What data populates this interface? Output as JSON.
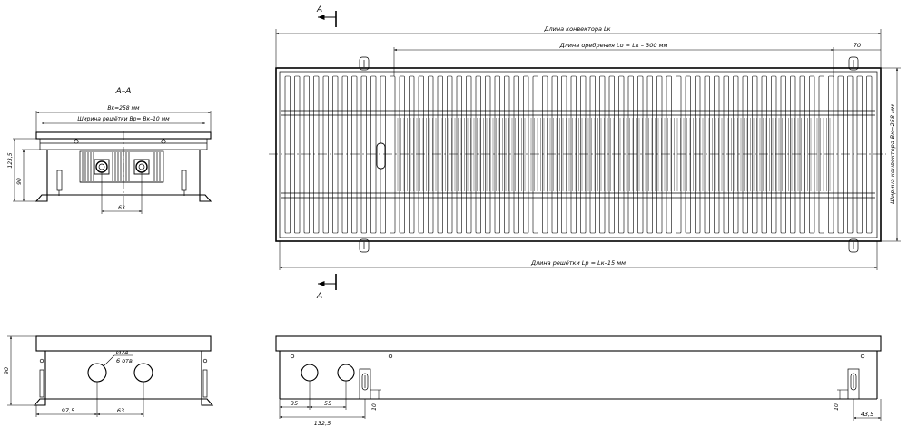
{
  "section": {
    "title": "A–A",
    "dim_width": "Bк=258 мм",
    "dim_grille_width": "Ширина решётки Bр= Bк–10 мм",
    "dim_height_90": "90",
    "dim_height_123": "123,5",
    "dim_63": "63"
  },
  "top_view": {
    "cut_label_top": "A",
    "cut_label_bottom": "A",
    "dim_length": "Длина конвектора Lк",
    "dim_fin_length": "Длина оребрения Lo = Lк – 300 мм",
    "dim_70": "70",
    "dim_grille_length": "Длина решётки Lp = Lк–15 мм",
    "dim_width_vertical": "Ширина конвектора Bк=258 мм"
  },
  "end_view": {
    "dim_90": "90",
    "dim_hole": "Ø24",
    "dim_holes_count": "6 отв.",
    "dim_97_5": "97,5",
    "dim_63": "63"
  },
  "side_view": {
    "dim_35": "35",
    "dim_55": "55",
    "dim_132_5": "132,5",
    "dim_10_left": "10",
    "dim_10_right": "10",
    "dim_43_5": "43,5"
  }
}
